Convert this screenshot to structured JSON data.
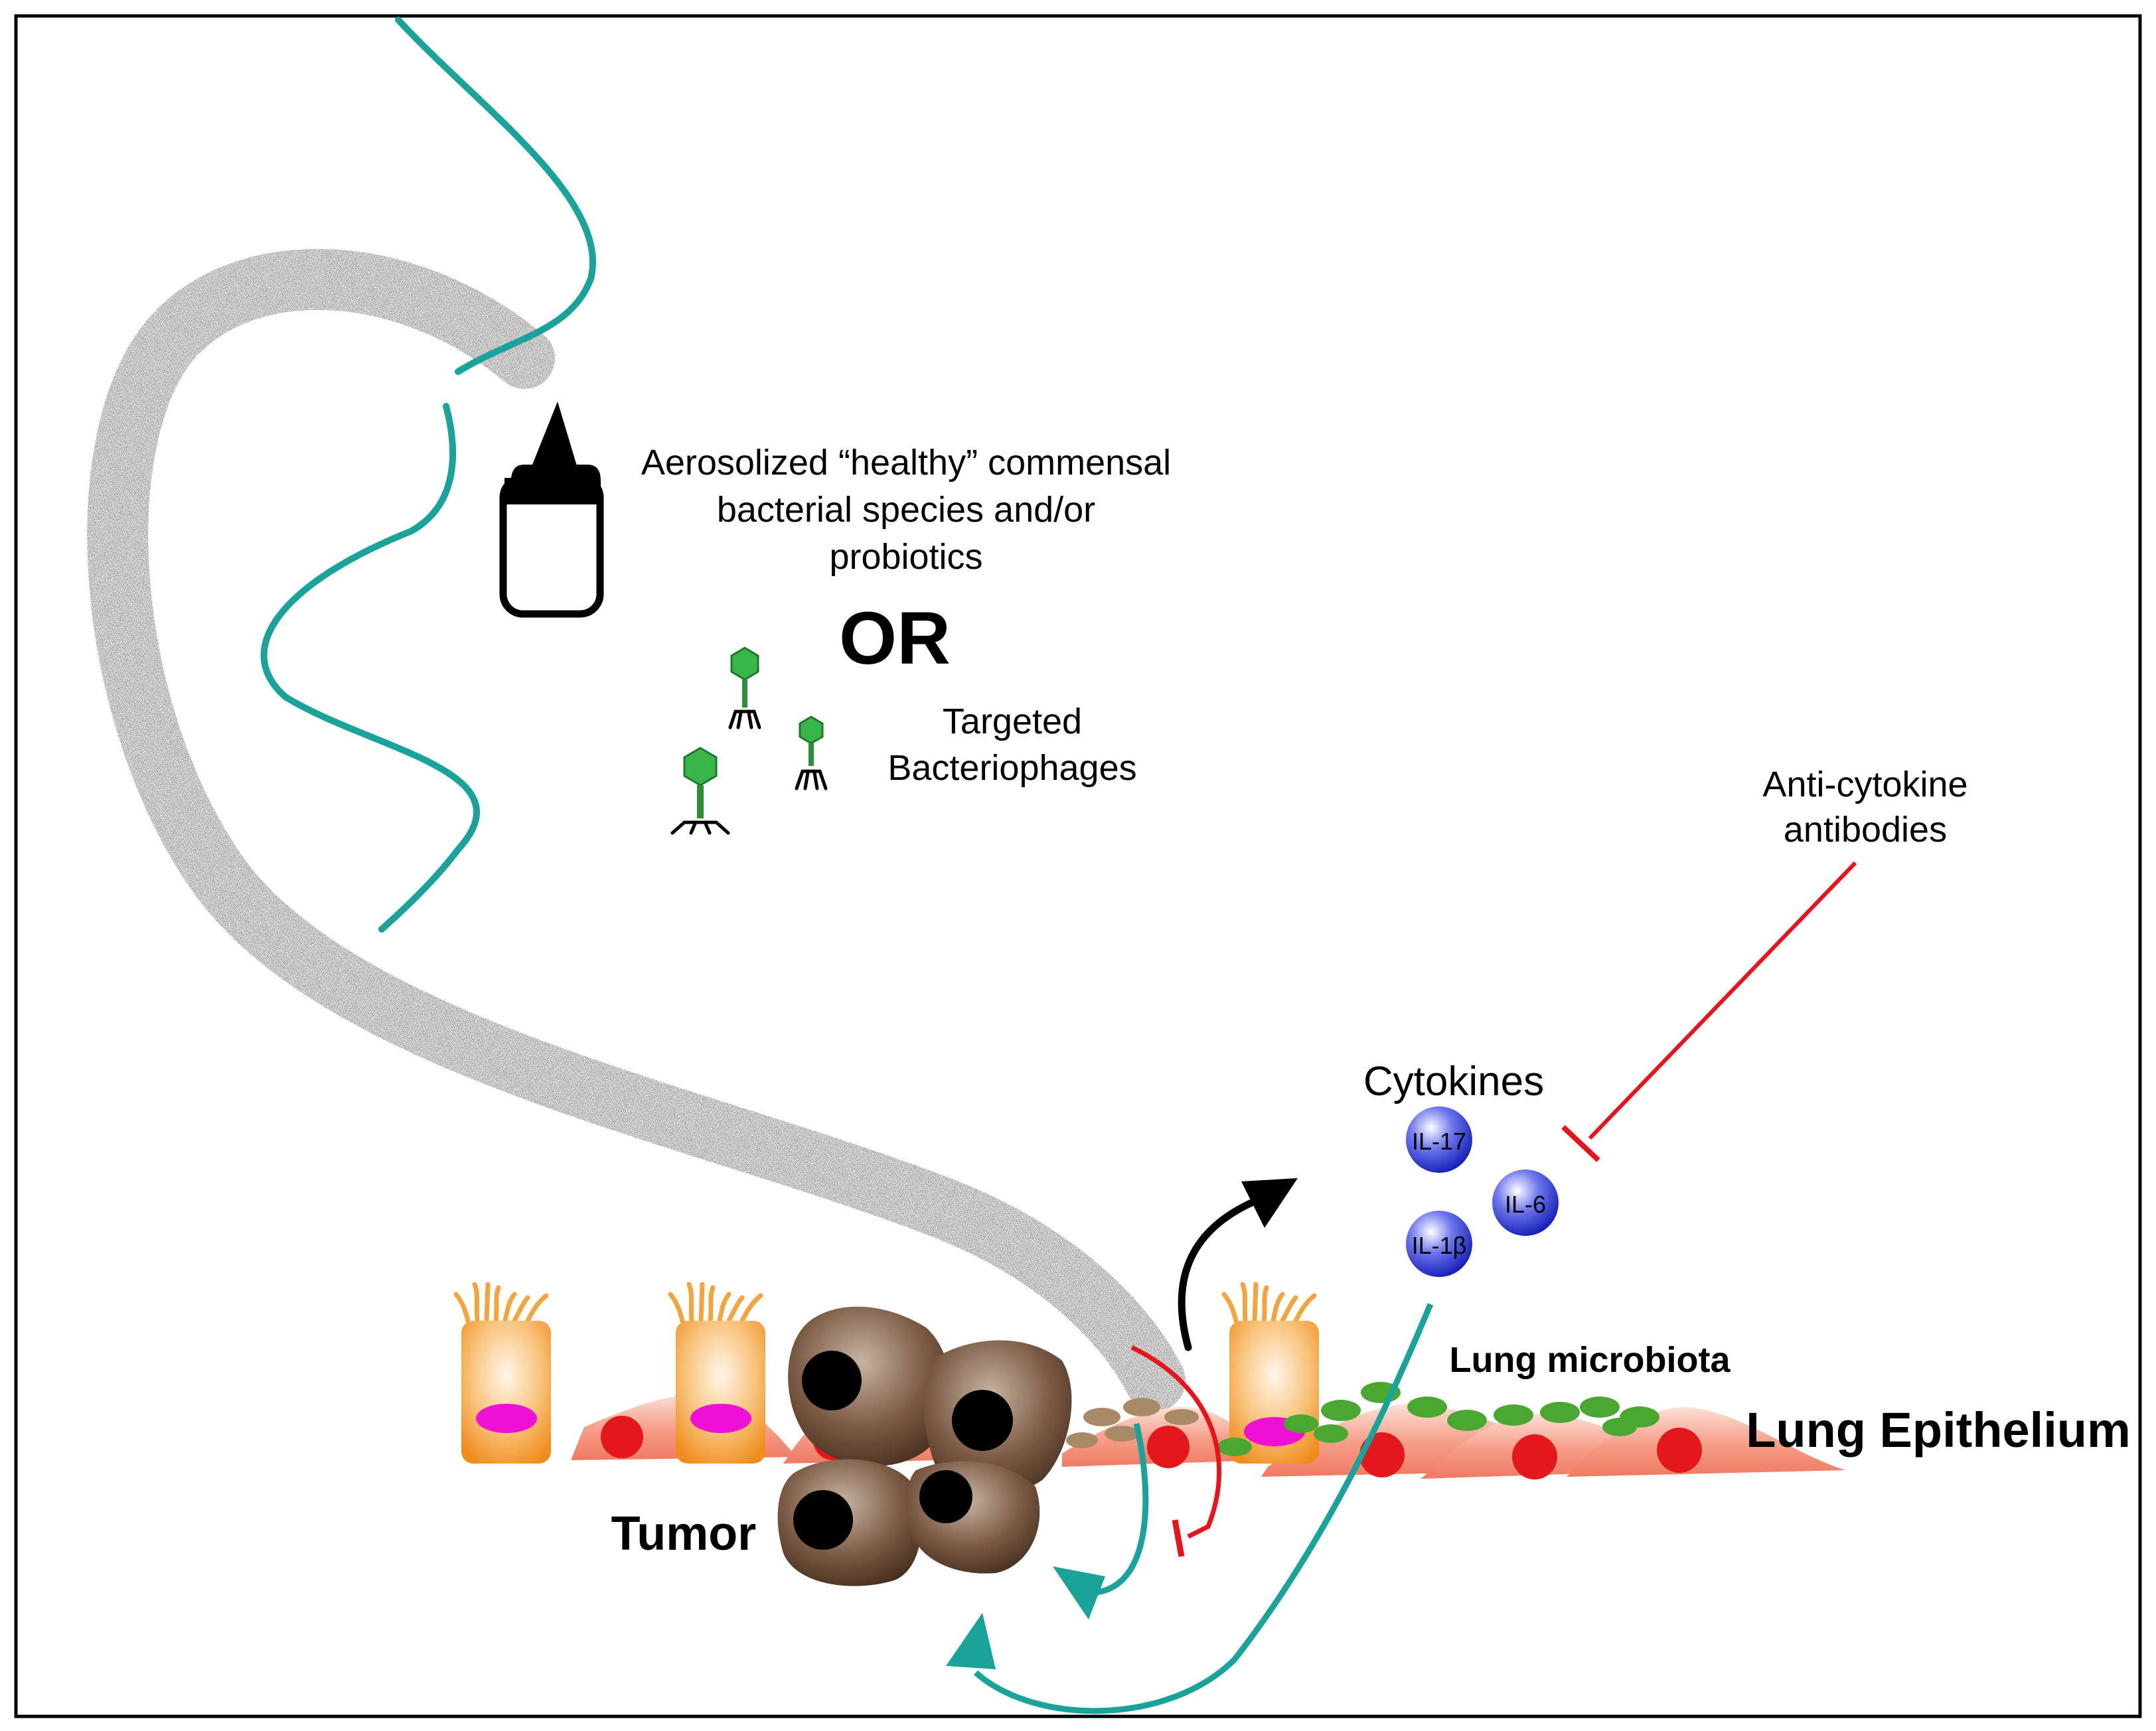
{
  "labels": {
    "aerosol_line1": "Aerosolized “healthy” commensal",
    "aerosol_line2": "bacterial species and/or",
    "aerosol_line3": "probiotics",
    "or": "OR",
    "phage_line1": "Targeted",
    "phage_line2": "Bacteriophages",
    "anti_line1": "Anti-cytokine",
    "anti_line2": "antibodies",
    "cytokines": "Cytokines",
    "il17": "IL-17",
    "il6": "IL-6",
    "il1b": "IL-1β",
    "lung_microbiota": "Lung microbiota",
    "lung_epithelium": "Lung Epithelium",
    "tumor": "Tumor"
  },
  "colors": {
    "teal": "#1aa39a",
    "red": "#e8141c",
    "black": "#000000",
    "cytokine_blue": "#2a33d6",
    "ciliated_orange": "#f4a43c",
    "nucleus_magenta": "#ee10d4",
    "fibroblast_pink": "#f39a88",
    "fibroblast_nucleus": "#e4181c",
    "tumor_brown": "#6a4a36",
    "microbe_green": "#4aa832",
    "microbe_tan": "#a88a66",
    "phage_green": "#39b54a"
  },
  "icons": {
    "inhaler": "inhaler-icon",
    "phage": "bacteriophage-icon",
    "cytokine": "cytokine-sphere-icon"
  }
}
